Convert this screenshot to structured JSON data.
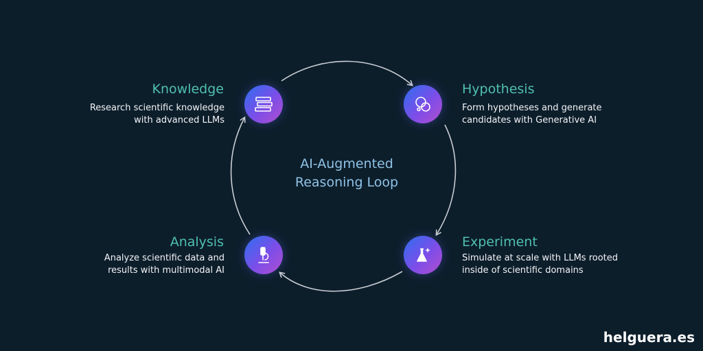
{
  "center": {
    "line1": "AI-Augmented",
    "line2": "Reasoning Loop"
  },
  "steps": [
    {
      "title": "Knowledge",
      "description": "Research scientific knowledge\nwith advanced LLMs",
      "icon": "books-icon"
    },
    {
      "title": "Hypothesis",
      "description": "Form hypotheses and generate\ncandidates with Generative AI",
      "icon": "bubbles-icon"
    },
    {
      "title": "Experiment",
      "description": "Simulate at scale with LLMs rooted\ninside of scientific domains",
      "icon": "flask-icon"
    },
    {
      "title": "Analysis",
      "description": "Analyze scientific data and\nresults with multimodal AI",
      "icon": "microscope-icon"
    }
  ],
  "watermark": "helguera.es",
  "colors": {
    "background": "#0d1e2b",
    "title": "#4fc0ad",
    "center_text": "#8fc3e6",
    "arrow": "#c9ced3"
  }
}
